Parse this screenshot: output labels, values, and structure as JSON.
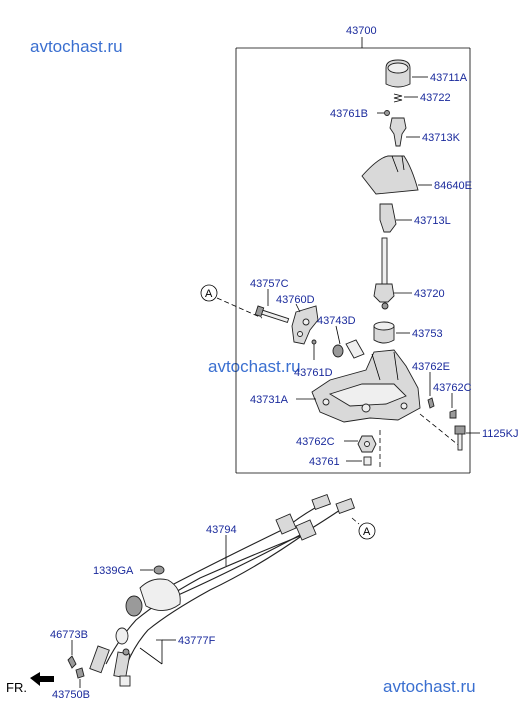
{
  "watermarks": {
    "top": "avtochast.ru",
    "middle": "avtochast.ru",
    "bottom": "avtochast.ru"
  },
  "assembly_label": "43700",
  "reference_marker": "A",
  "direction_label": "FR.",
  "part_labels": {
    "p43711A": "43711A",
    "p43722": "43722",
    "p43761B": "43761B",
    "p43713K": "43713K",
    "p84640E": "84640E",
    "p43713L": "43713L",
    "p43720": "43720",
    "p43757C": "43757C",
    "p43760D": "43760D",
    "p43743D": "43743D",
    "p43753": "43753",
    "p43761D": "43761D",
    "p43762E": "43762E",
    "p43731A": "43731A",
    "p43762C_right": "43762C",
    "p43762C_bottom": "43762C",
    "p1125KJ": "1125KJ",
    "p43761": "43761",
    "p43794": "43794",
    "p1339GA": "1339GA",
    "p46773B": "46773B",
    "p43777F": "43777F",
    "p43750B": "43750B"
  }
}
